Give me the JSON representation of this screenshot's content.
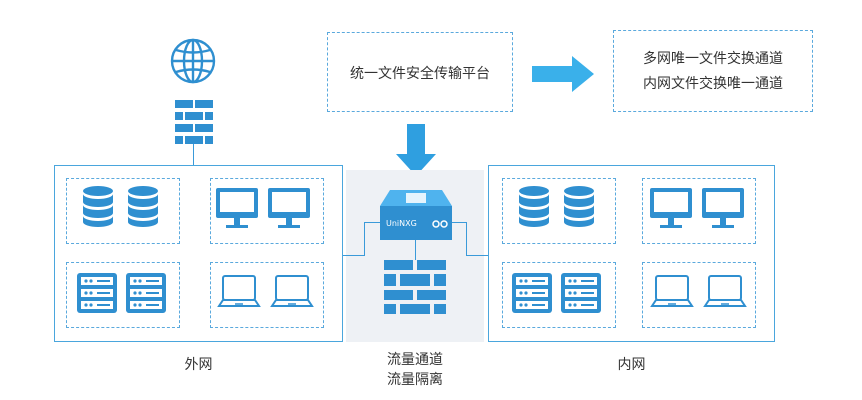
{
  "platform_label": "统一文件安全传输平台",
  "result_lines": [
    "多网唯一文件交换通道",
    "内网文件交换唯一通道"
  ],
  "outer_label": "外网",
  "inner_label": "内网",
  "center_label_lines": [
    "流量通道",
    "流量隔离"
  ],
  "device_brand": "UniNXG",
  "colors": {
    "accent": "#2f8fd0",
    "accent_light": "#4fb3ee",
    "line": "#3a9ad9",
    "gateway_bg": "#eef1f5"
  },
  "icons": [
    "globe-icon",
    "firewall-icon",
    "database-icon",
    "monitor-icon",
    "server-icon",
    "laptop-icon",
    "gateway-device-icon",
    "arrow-down-icon",
    "arrow-right-icon"
  ]
}
